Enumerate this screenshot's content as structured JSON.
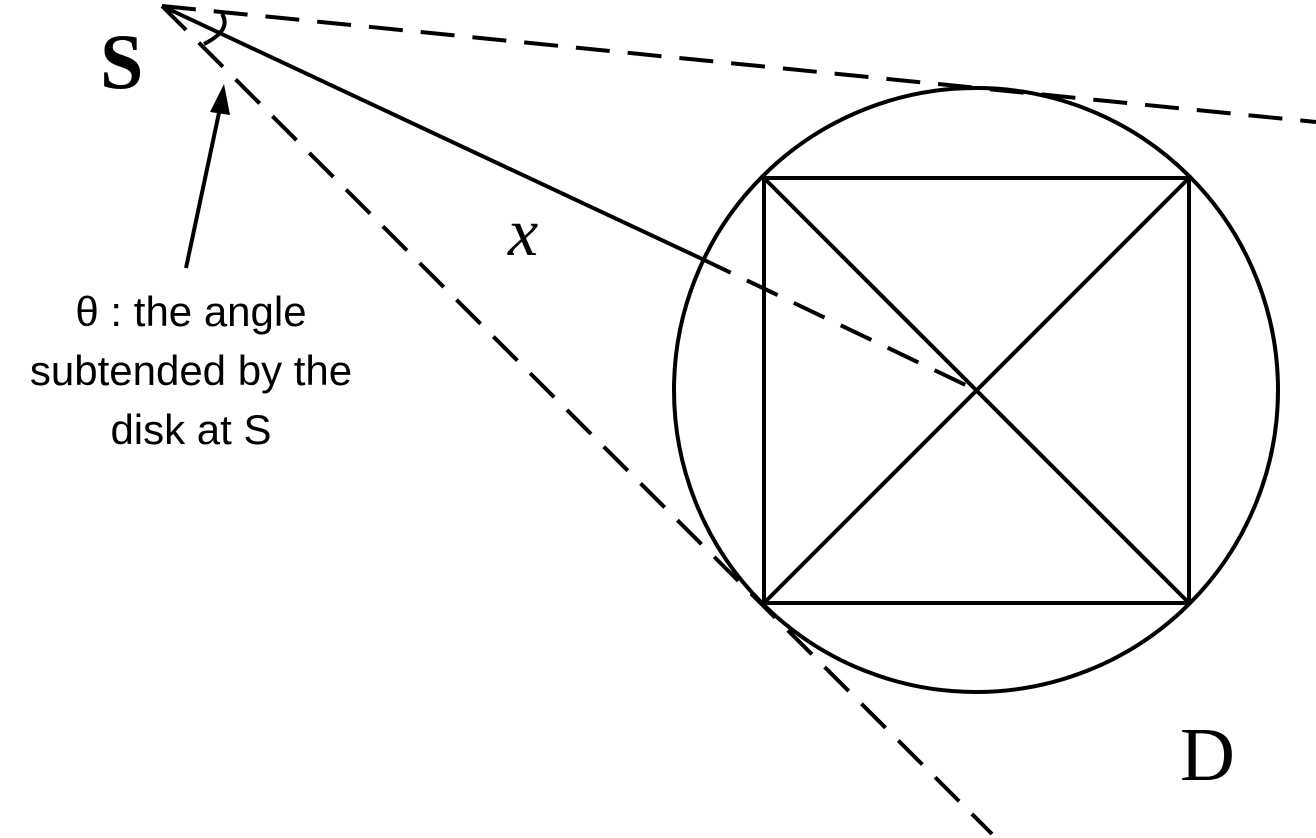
{
  "labels": {
    "source": "S",
    "disk": "D",
    "distance": "x",
    "annotation_lines": [
      "θ : the angle",
      "subtended by the",
      "disk at S"
    ]
  },
  "colors": {
    "ink": "#000000",
    "background": "#ffffff"
  }
}
